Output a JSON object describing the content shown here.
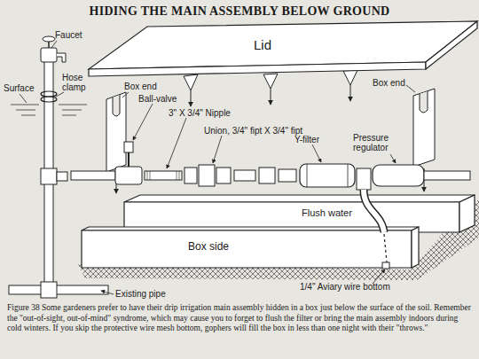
{
  "diagram": {
    "title": "HIDING THE MAIN ASSEMBLY BELOW GROUND",
    "caption": "Figure 38 Some gardeners prefer to have their drip irrigation main assembly hidden in a box just below the surface of the soil. Remember the \"out-of-sight, out-of-mind\" syndrome, which may cause you to forget to flush the filter or bring the main assembly indoors during cold winters. If you skip the protective wire mesh bottom, gophers will fill the box in less than one night with their \"throws.\"",
    "nodes": [
      {
        "text": [
          "Lid"
        ]
      },
      {
        "text": [
          "Flush water"
        ]
      },
      {
        "text": [
          "Box side"
        ]
      }
    ],
    "labels": [
      "Faucet",
      "Surface",
      "Hose clamp",
      "Box end",
      "Ball-valve",
      "3\" X 3/4\" Nipple",
      "Union, 3/4\" fipt X 3/4\" fipt",
      "Y-filter",
      "Pressure regulator",
      "Box end",
      "Existing pipe",
      "1/4\" Aviary wire bottom"
    ]
  }
}
